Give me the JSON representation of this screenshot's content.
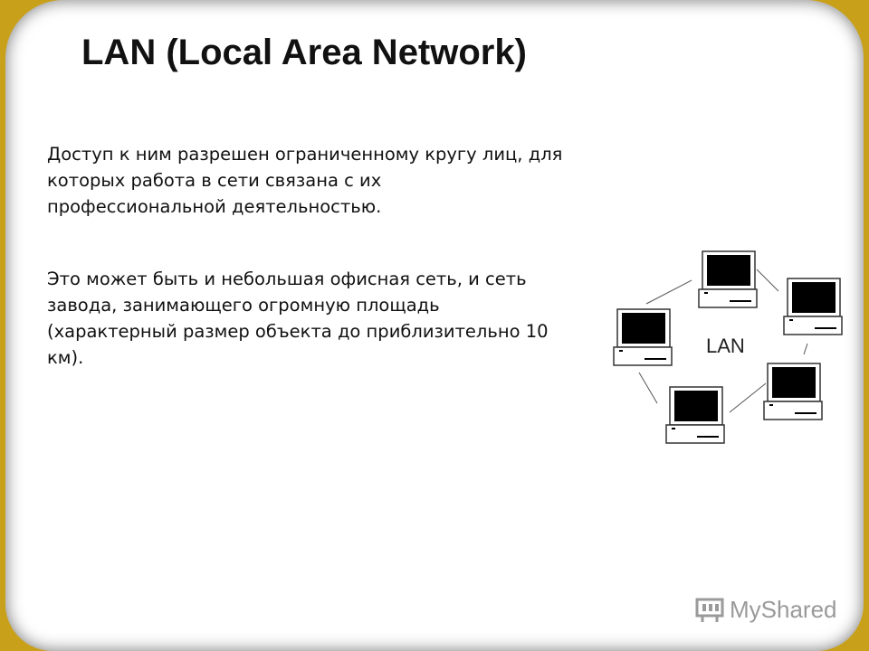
{
  "slide": {
    "title": "LAN (Local Area Network)",
    "paragraphs": [
      "Доступ к ним разрешен ограниченному кругу лиц, для которых работа в сети связана с их профессиональной деятельностью.",
      "Это может быть и небольшая офисная сеть, и сеть завода, занимающего огромную площадь (характерный размер объекта до приблизительно 10 км)."
    ],
    "diagram": {
      "label": "LAN",
      "nodes": [
        "computer-icon",
        "computer-icon",
        "computer-icon",
        "computer-icon",
        "computer-icon"
      ]
    }
  },
  "watermark": {
    "text": "MyShared",
    "icon": "projector-icon"
  },
  "colors": {
    "frame": "#c9a01a",
    "background": "#ffffff",
    "text": "#111111"
  }
}
